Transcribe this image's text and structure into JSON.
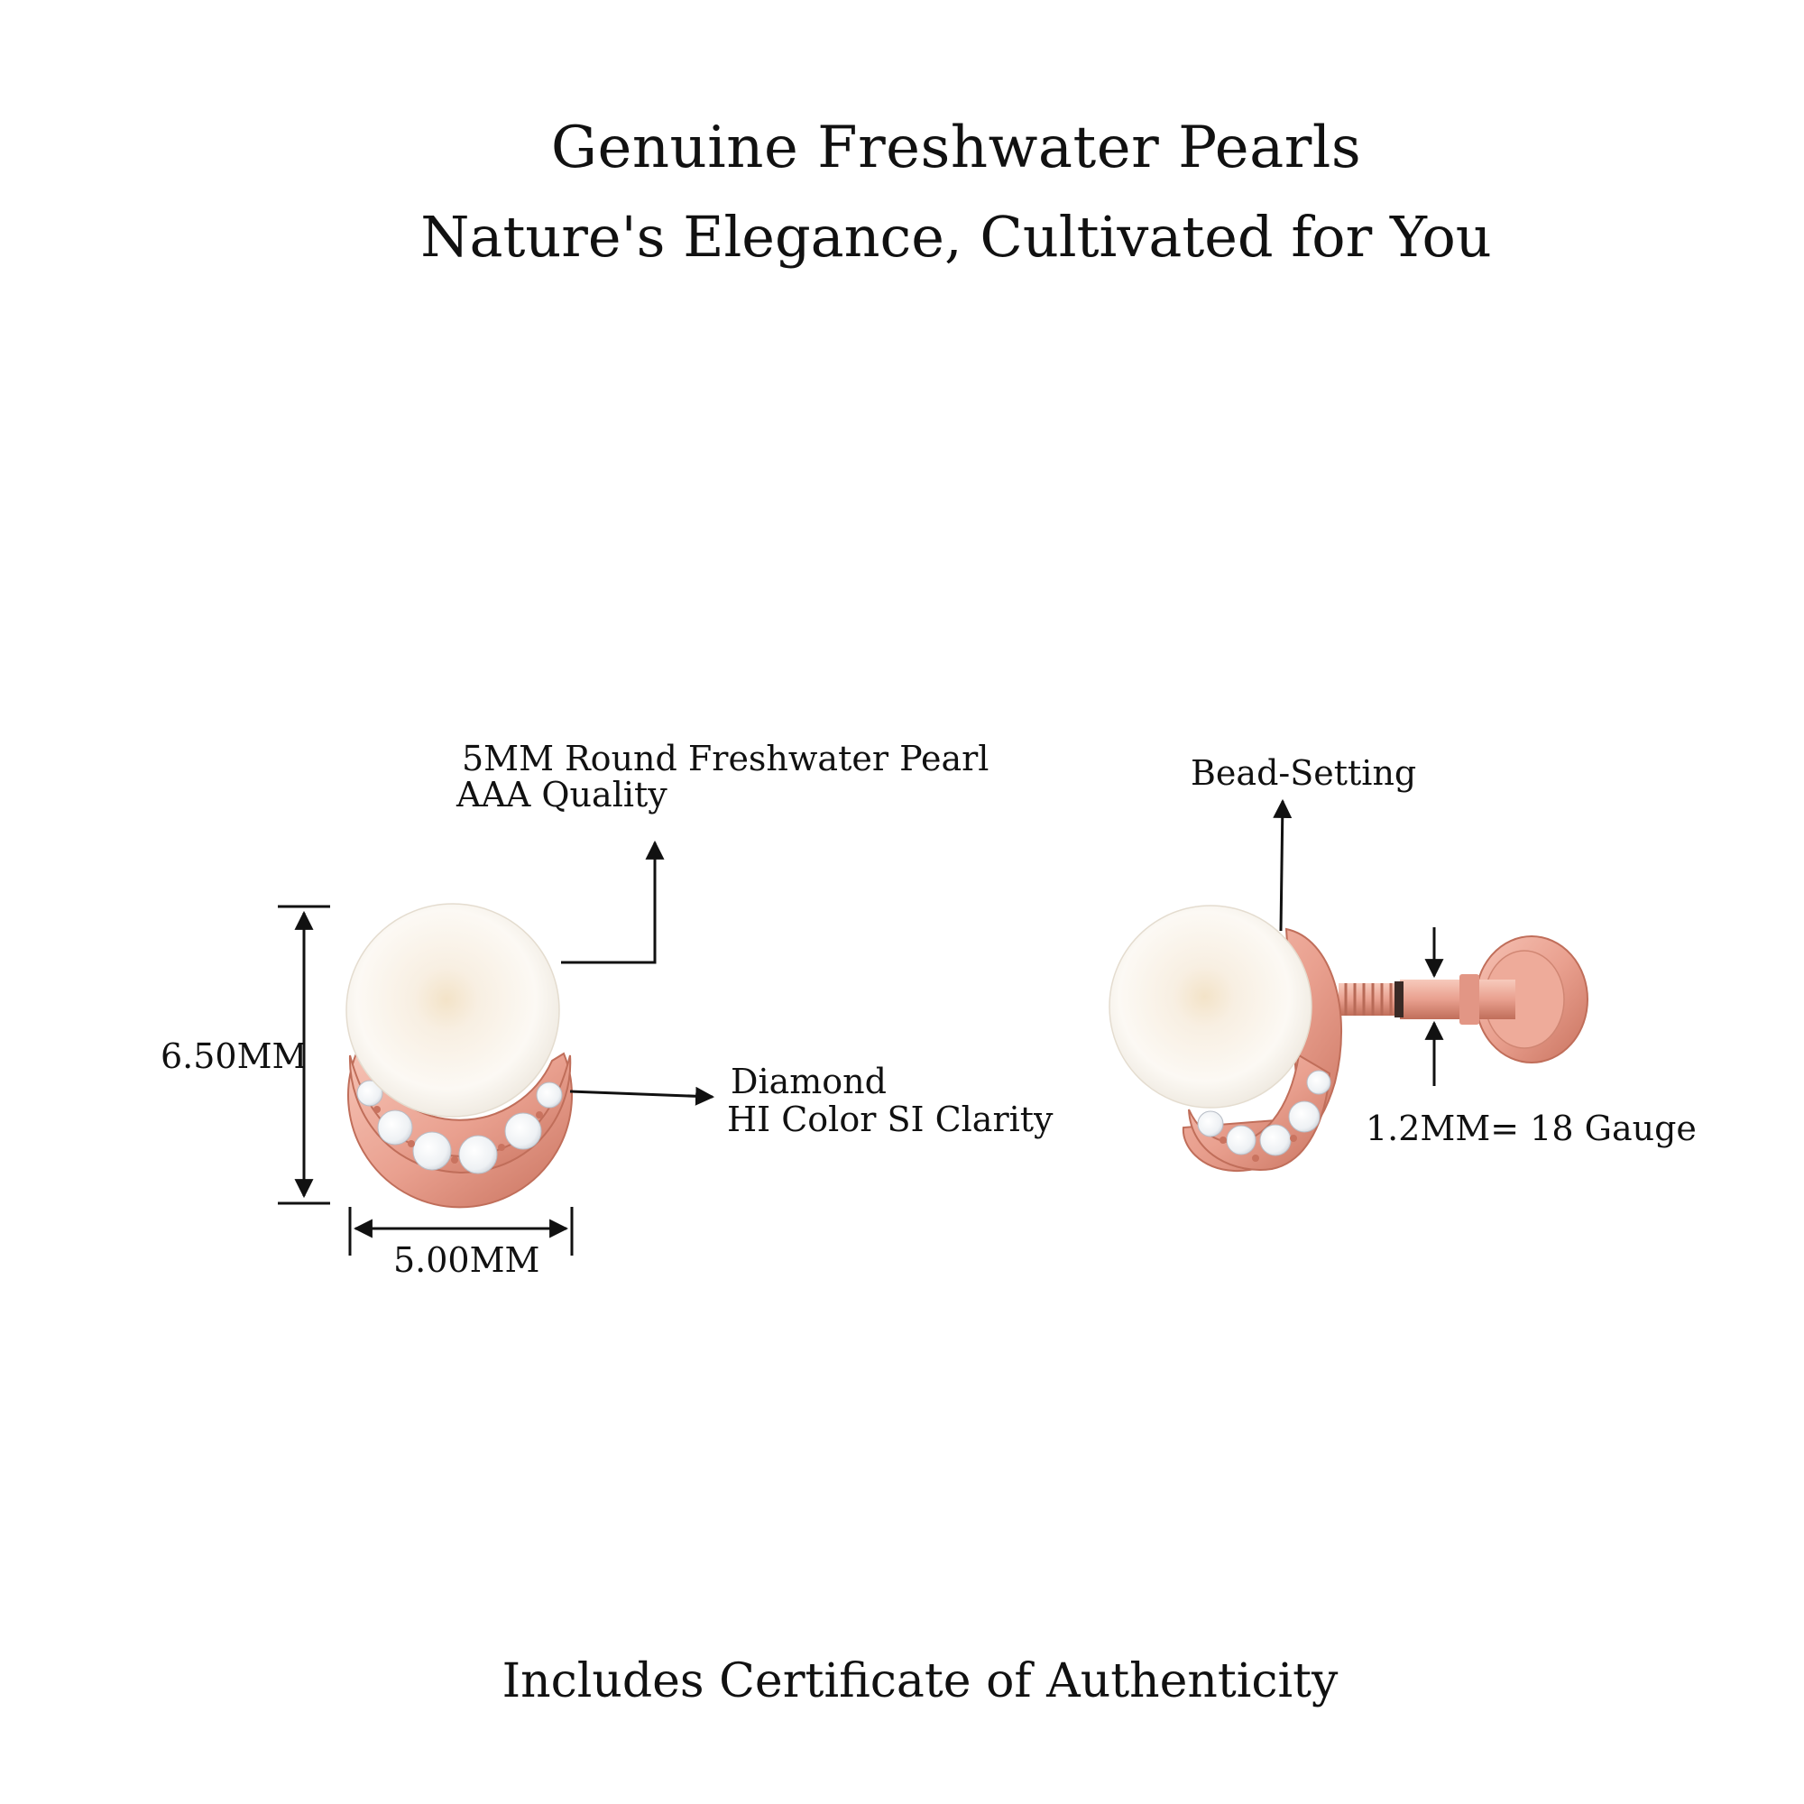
{
  "header": {
    "title": "Genuine Freshwater Pearls",
    "subtitle": "Nature's Elegance, Cultivated for You"
  },
  "callouts": {
    "pearl_line1": "5MM Round Freshwater Pearl",
    "pearl_line2": "AAA Quality",
    "height": "6.50MM",
    "width": "5.00MM",
    "diamond_line1": "Diamond",
    "diamond_line2": "HI Color SI Clarity",
    "setting": "Bead-Setting",
    "gauge": "1.2MM=  18 Gauge"
  },
  "footer": {
    "text": "Includes Certificate of Authenticity"
  },
  "colors": {
    "metal": "#e9a08f",
    "metal_dark": "#c9735f",
    "pearl": "#fbf6ee",
    "diamond": "#f4f6f8",
    "ink": "#111111"
  },
  "icons": {
    "stone": "round-diamond-icon",
    "arrow": "arrowhead-icon"
  }
}
